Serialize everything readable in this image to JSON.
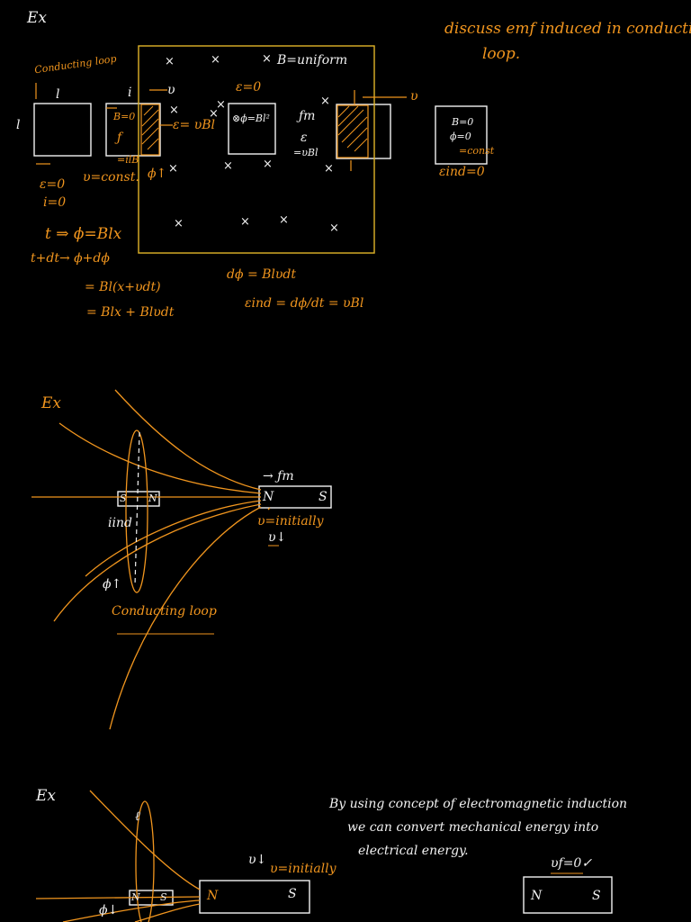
{
  "colors": {
    "background": "#000000",
    "ink_orange": "#f0951e",
    "ink_white": "#f2f2f2",
    "box_yellow": "#e0b428"
  },
  "section1": {
    "ex": "Ex",
    "task": [
      "discuss emf induced in conducting",
      "loop."
    ],
    "conducting_loop": "Conducting loop",
    "l_top": "l",
    "l_left": "l",
    "i_label": "i",
    "v_label": "υ",
    "b0_a": "B=0",
    "f_a": "ƒ",
    "emf_vbl": "ε= υBl",
    "ilb": "=ilB",
    "v_const": "υ=const.",
    "phi_up": "ϕ↑",
    "emf0_init": "ε=0",
    "i0_init": "i=0",
    "b_uniform": "B=uniform",
    "emf0_mid": "ε=0",
    "phi_bl2": "⊗ϕ=Bl²",
    "fm": "ƒm",
    "emf_mid": "ε",
    "vbl_mid": "=υBl",
    "v_right": "υ",
    "b0_b": "B=0",
    "phi0": "ϕ=0",
    "const": "=const",
    "eind0": "εind=0",
    "eq1": "t ⇒ ϕ=Blx",
    "eq2": "t+dt→ ϕ+dϕ",
    "eq3": "= Bl(x+υdt)",
    "eq4": "= Blx + Blυdt",
    "dphi": "dϕ = Blυdt",
    "eind": "εind = dϕ/dt = υBl"
  },
  "section2": {
    "ex": "Ex",
    "loop_s": "S",
    "loop_n": "N",
    "i_ind": "iind",
    "phi_up": "ϕ↑",
    "conducting_loop": "Conducting loop",
    "fm": "→ ƒm",
    "magnet_n": "N",
    "magnet_s": "S",
    "v_init": "υ=initially",
    "v_down": "υ↓"
  },
  "section3": {
    "ex": "Ex",
    "l_small": "ℓ",
    "loop_n": "N",
    "loop_s": "S",
    "phi_down": "ϕ↓",
    "v_down": "υ↓",
    "v_init": "υ=initially",
    "magnet_n": "N",
    "magnet_s": "S",
    "note": [
      "By using concept of electromagnetic induction",
      "we can convert mechanical energy into",
      "electrical energy."
    ],
    "vf": "υf=0✓",
    "magnet2_n": "N",
    "magnet2_s": "S"
  }
}
